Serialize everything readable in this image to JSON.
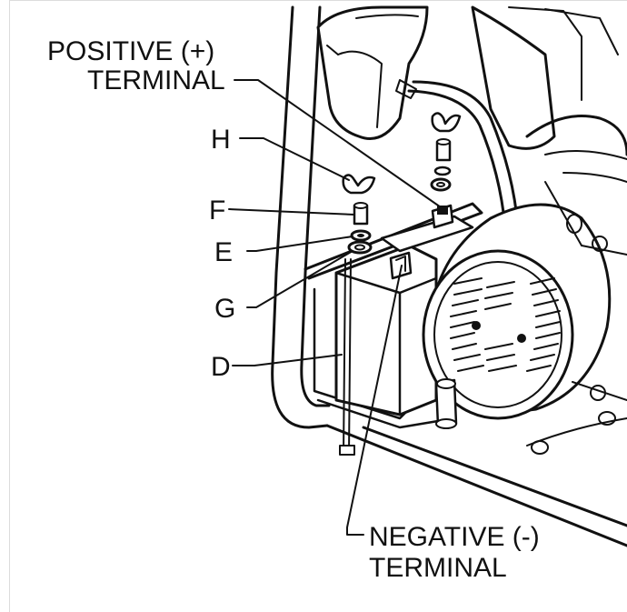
{
  "labels": {
    "positive_line1": "POSITIVE (+)",
    "positive_line2": "TERMINAL",
    "h": "H",
    "f": "F",
    "e": "E",
    "g": "G",
    "d": "D",
    "negative_line1": "NEGATIVE (-)",
    "negative_line2": "TERMINAL"
  }
}
